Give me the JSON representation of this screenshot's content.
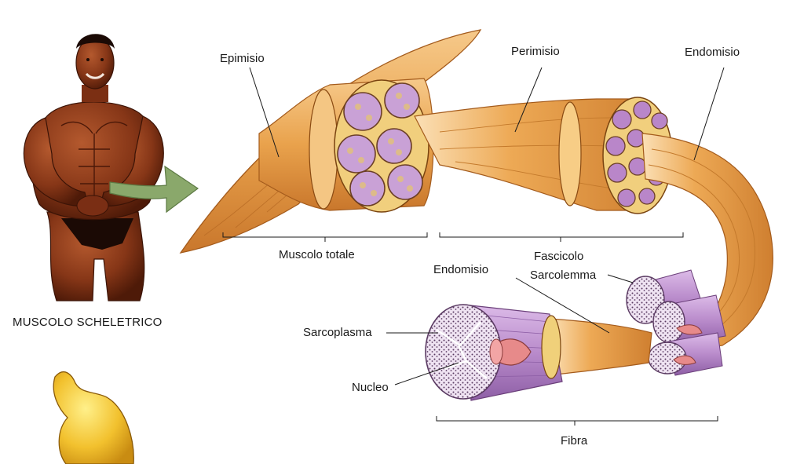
{
  "diagram": {
    "labels": {
      "muscolo_scheletrico": "MUSCOLO SCHELETRICO",
      "epimisio": "Epimisio",
      "perimisio": "Perimisio",
      "endomisio_top": "Endomisio",
      "muscolo_totale": "Muscolo totale",
      "fascicolo": "Fascicolo",
      "endomisio_mid": "Endomisio",
      "sarcolemma": "Sarcolemma",
      "sarcoplasma": "Sarcoplasma",
      "nucleo": "Nucleo",
      "fibra": "Fibra"
    },
    "colors": {
      "muscle_orange": "#e8a24a",
      "muscle_light": "#f3c27a",
      "muscle_dark": "#b8651f",
      "fiber_purple": "#b889c9",
      "fiber_light": "#d9b6e4",
      "nucleus_pink": "#e78a8a",
      "skin": "#8a3b1f",
      "stomach_yellow": "#f2c12e",
      "arrow_green": "#8aa86b"
    }
  }
}
